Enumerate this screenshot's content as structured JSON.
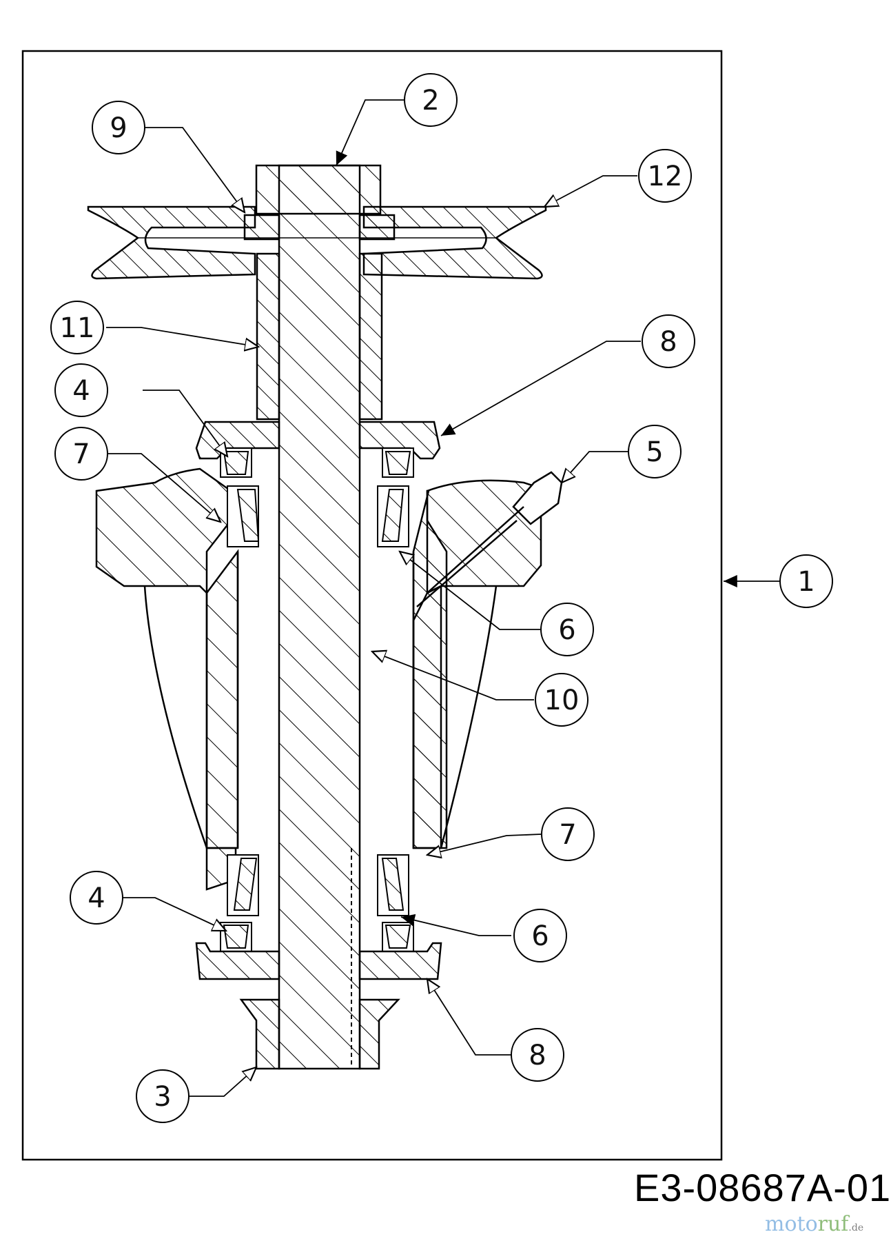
{
  "drawing_code": "E3-08687A-01",
  "watermark": {
    "part1": "moto",
    "part2": "ruf",
    "suffix": ".de"
  },
  "callouts": [
    {
      "id": "c1",
      "label": "1"
    },
    {
      "id": "c2",
      "label": "2"
    },
    {
      "id": "c3",
      "label": "3"
    },
    {
      "id": "c4a",
      "label": "4"
    },
    {
      "id": "c4b",
      "label": "4"
    },
    {
      "id": "c5",
      "label": "5"
    },
    {
      "id": "c6a",
      "label": "6"
    },
    {
      "id": "c6b",
      "label": "6"
    },
    {
      "id": "c7a",
      "label": "7"
    },
    {
      "id": "c7b",
      "label": "7"
    },
    {
      "id": "c8a",
      "label": "8"
    },
    {
      "id": "c8b",
      "label": "8"
    },
    {
      "id": "c9",
      "label": "9"
    },
    {
      "id": "c10",
      "label": "10"
    },
    {
      "id": "c11",
      "label": "11"
    },
    {
      "id": "c12",
      "label": "12"
    }
  ]
}
